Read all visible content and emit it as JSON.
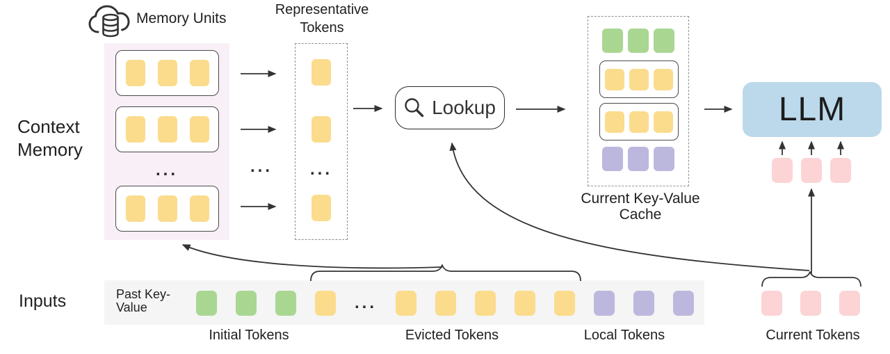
{
  "colors": {
    "token-yellow": "#FBDC8D",
    "token-green": "#A9D792",
    "token-purple": "#BCB8DD",
    "token-pink": "#FCD4D6",
    "llm-blue": "#BCD9EB",
    "memory-bg": "#F8EFF7",
    "strip-bg": "#F4F5F4",
    "line": "#333333",
    "box-border": "#4A4A4A",
    "dash-border": "#8F8F8F",
    "text": "#1F1F1F"
  },
  "labels": {
    "memory_units": "Memory Units",
    "representative_tokens": "Representative Tokens",
    "context_memory": "Context Memory",
    "lookup": "Lookup",
    "current_kv_cache": "Current Key-Value Cache",
    "llm": "LLM",
    "inputs": "Inputs",
    "past_key_value": "Past Key-Value",
    "initial_tokens": "Initial Tokens",
    "evicted_tokens": "Evicted Tokens",
    "local_tokens": "Local Tokens",
    "current_tokens": "Current Tokens",
    "ellipsis": "..."
  },
  "structure": {
    "context_memory": {
      "visible_unit_rows": 3,
      "tokens_per_row": 3,
      "collapsed": true
    },
    "representative": {
      "visible_tokens": 3,
      "collapsed": true
    },
    "current_kv_cache": {
      "green": 3,
      "yellow_rows": 2,
      "yellow_per_row": 3,
      "purple": 3
    },
    "inputs": {
      "initial": 3,
      "evicted_left": 1,
      "evicted_right": 5,
      "local": 3,
      "current": 3
    },
    "llm_inputs": 3
  }
}
